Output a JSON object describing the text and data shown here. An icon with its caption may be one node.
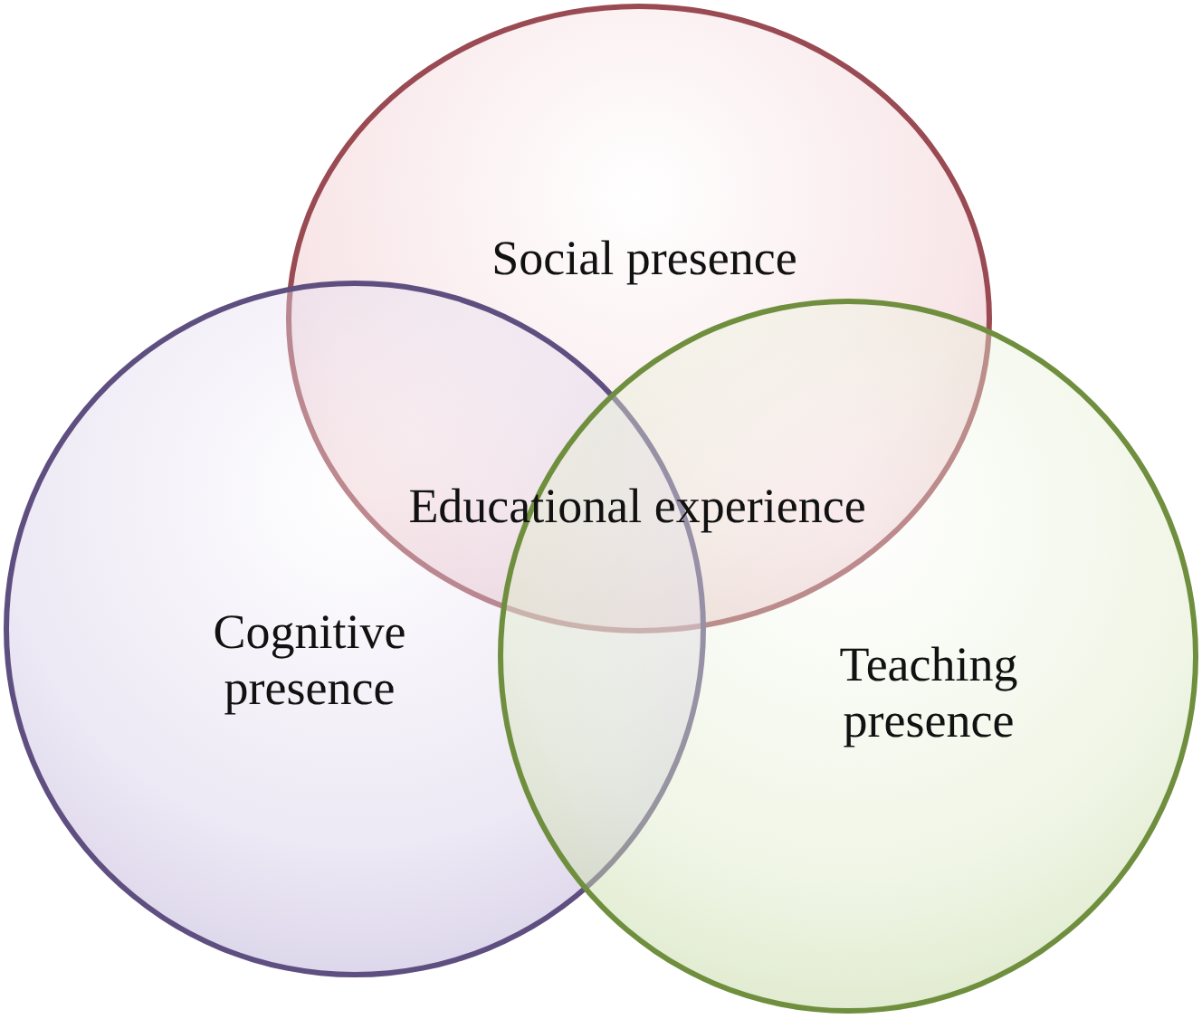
{
  "diagram": {
    "nodes": [
      {
        "text": [
          "Social presence"
        ]
      },
      {
        "text": [
          "Cognitive presence"
        ]
      },
      {
        "text": [
          "Teaching presence"
        ]
      }
    ],
    "labels": [
      "Educational experience"
    ]
  }
}
